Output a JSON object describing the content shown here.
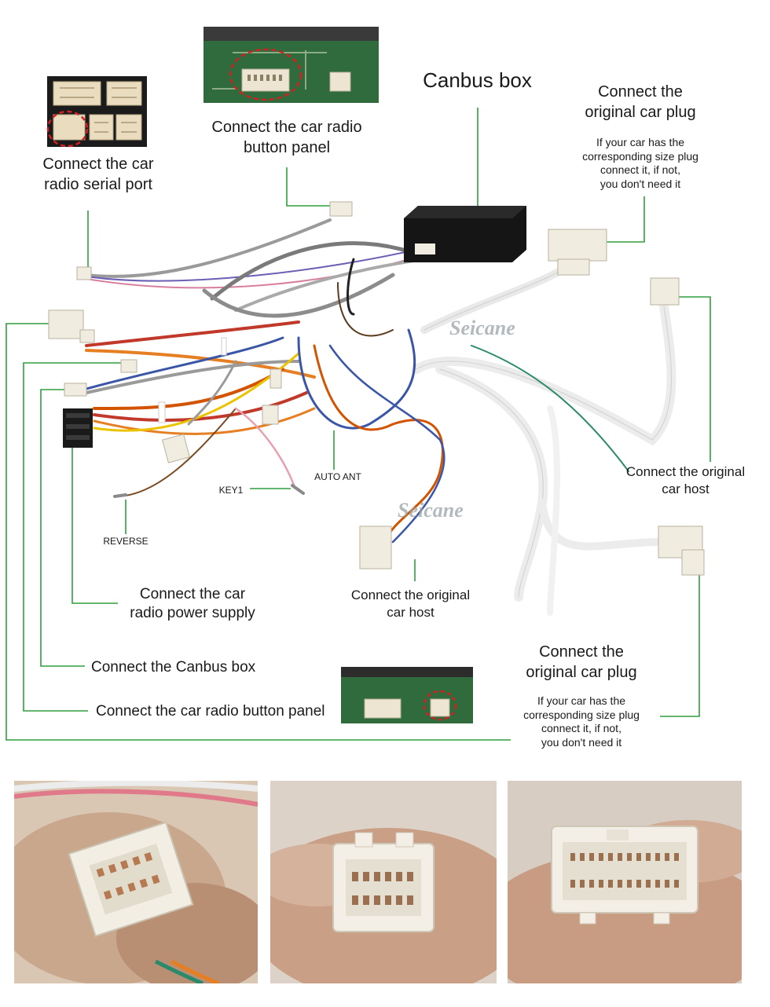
{
  "labels": {
    "canbus_box": "Canbus box",
    "orig_plug_top_title": [
      "Connect the",
      "original car plug"
    ],
    "orig_plug_top_note": [
      "If your car has the",
      "corresponding size plug",
      "connect it, if not,",
      "you don't need it"
    ],
    "button_panel_top": [
      "Connect the car radio",
      "button panel"
    ],
    "serial_port": [
      "Connect the car",
      "radio serial port"
    ],
    "orig_host_right": [
      "Connect the original",
      "car host"
    ],
    "auto_ant": "AUTO ANT",
    "key1": "KEY1",
    "reverse": "REVERSE",
    "power_supply": [
      "Connect the car",
      "radio power supply"
    ],
    "orig_host_mid": [
      "Connect the original",
      "car host"
    ],
    "canbus_connect": "Connect the Canbus box",
    "button_panel_bottom": "Connect the car radio button panel",
    "orig_plug_bottom_title": [
      "Connect the",
      "original car plug"
    ],
    "orig_plug_bottom_note": [
      "If your car has the",
      "corresponding size plug",
      "connect it, if not,",
      "you don't need it"
    ]
  },
  "watermark": "Seicane",
  "colors": {
    "leader_line": "#2e9e3e",
    "highlight": "#d42020",
    "pcb_green": "#2f6b3c",
    "canbus_box": "#151515",
    "connector": "#f1ece0"
  }
}
